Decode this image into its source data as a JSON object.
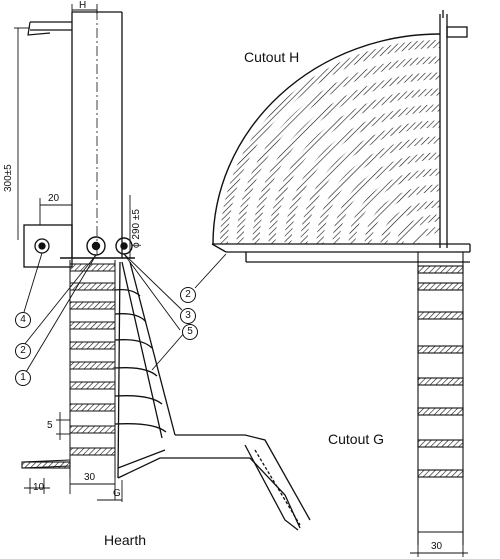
{
  "labels": {
    "cutout_h": "Cutout H",
    "cutout_g": "Cutout G",
    "hearth": "Hearth"
  },
  "dimensions": {
    "h": "H",
    "height_300": "300±5",
    "width_20": "20",
    "dim_290": "ϕ 290 ±5",
    "dim_5": "5",
    "dim_10": "10",
    "dim_30_left": "30",
    "dim_g": "G",
    "dim_30_right": "30"
  },
  "callouts": {
    "c1": "1",
    "c2": "2",
    "c2b": "2",
    "c3": "3",
    "c4": "4",
    "c5": "5"
  },
  "colors": {
    "ink": "#111111",
    "paper": "#ffffff"
  }
}
